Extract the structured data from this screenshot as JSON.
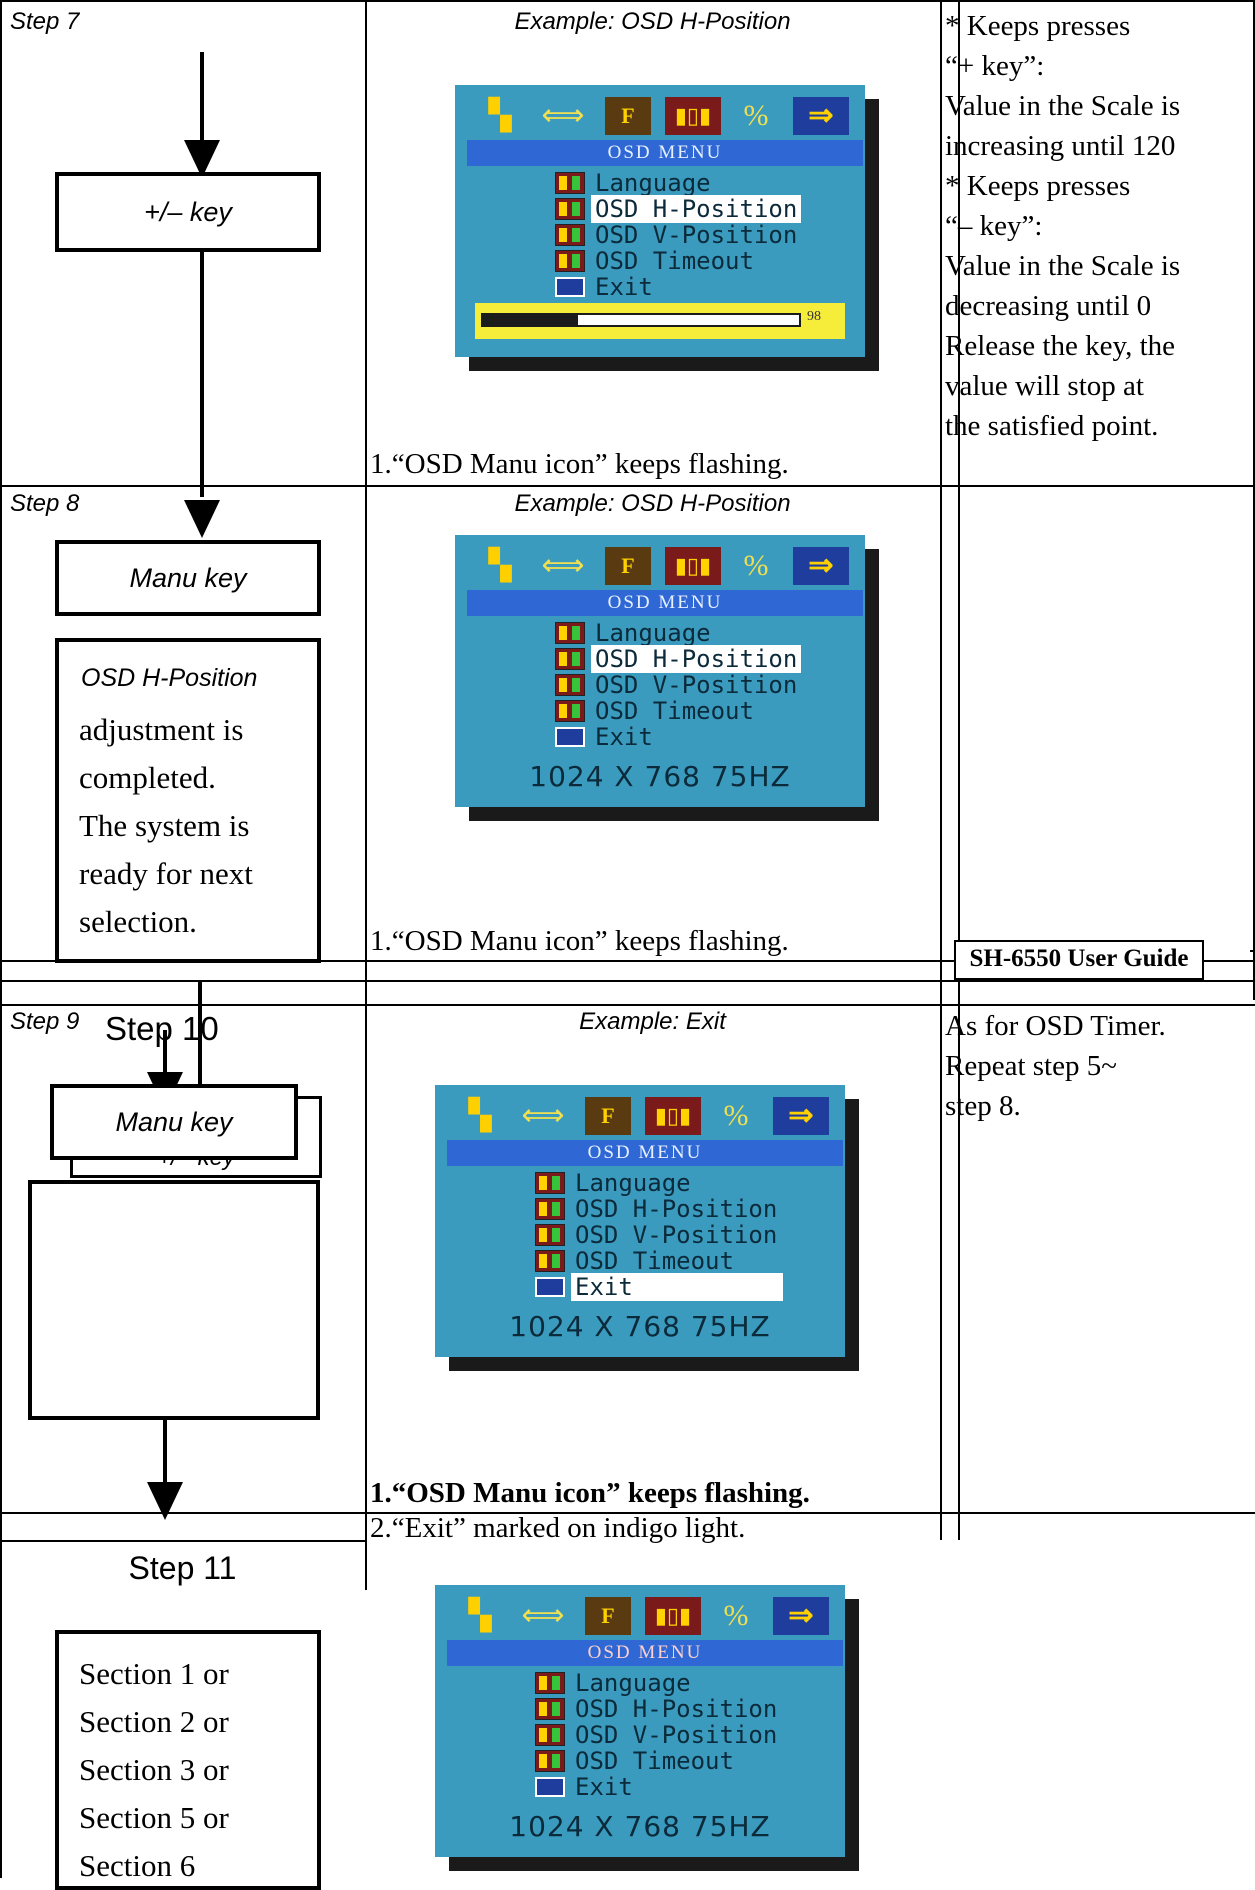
{
  "rows": {
    "step7": {
      "label": "Step 7",
      "example": "Example: OSD H-Position",
      "key_box": "+/–  key",
      "caption": "1.“OSD Manu icon” keeps flashing.",
      "notes": [
        "* Keeps presses",
        "“+ key”:",
        "Value in the Scale is",
        "increasing until 120",
        "* Keeps presses",
        "“– key”:",
        "Value in the Scale is",
        "decreasing until 0",
        "Release the key, the",
        "value will stop at",
        "the satisfied point."
      ],
      "scale_value": 98,
      "scale_fraction": 0.3
    },
    "step8": {
      "label": "Step 8",
      "example": "Example: OSD H-Position",
      "key_box": "Manu key",
      "status_title": "OSD H-Position",
      "status_lines": [
        "adjustment is",
        "completed.",
        "The system is",
        "ready for next",
        "selection."
      ],
      "caption": "1.“OSD Manu icon” keeps flashing.",
      "footer": "SH-6550 User Guide"
    },
    "step9": {
      "label": "Step 9",
      "label_overlay": "Step 10",
      "example": "Example: Exit",
      "key_box": "Manu key",
      "key_box_under": "+/– key",
      "caption": "1.“OSD Manu icon” keeps flashing.",
      "caption2": "2.“Exit” marked on indigo light.",
      "notes": [
        "As for OSD Timer.",
        "Repeat step 5~",
        "step 8."
      ]
    },
    "step11": {
      "label": "Step 11",
      "sections": [
        "Section 1 or",
        "Section 2 or",
        "Section 3 or",
        "Section 5 or",
        "Section 6"
      ]
    }
  },
  "osd": {
    "title": "OSD  MENU",
    "items": [
      "Language",
      "OSD H-Position",
      "OSD V-Position",
      "OSD Timeout",
      "Exit"
    ],
    "resolution": "1024 X 768 75HZ",
    "icons": [
      "color-icon",
      "position-icon",
      "function-icon",
      "osd-icon",
      "percent-icon",
      "exit-arrow-icon"
    ],
    "colors": {
      "panel": "#3b9bbf",
      "titlebar": "#2f68d4",
      "scale": "#f6ec3a"
    }
  }
}
